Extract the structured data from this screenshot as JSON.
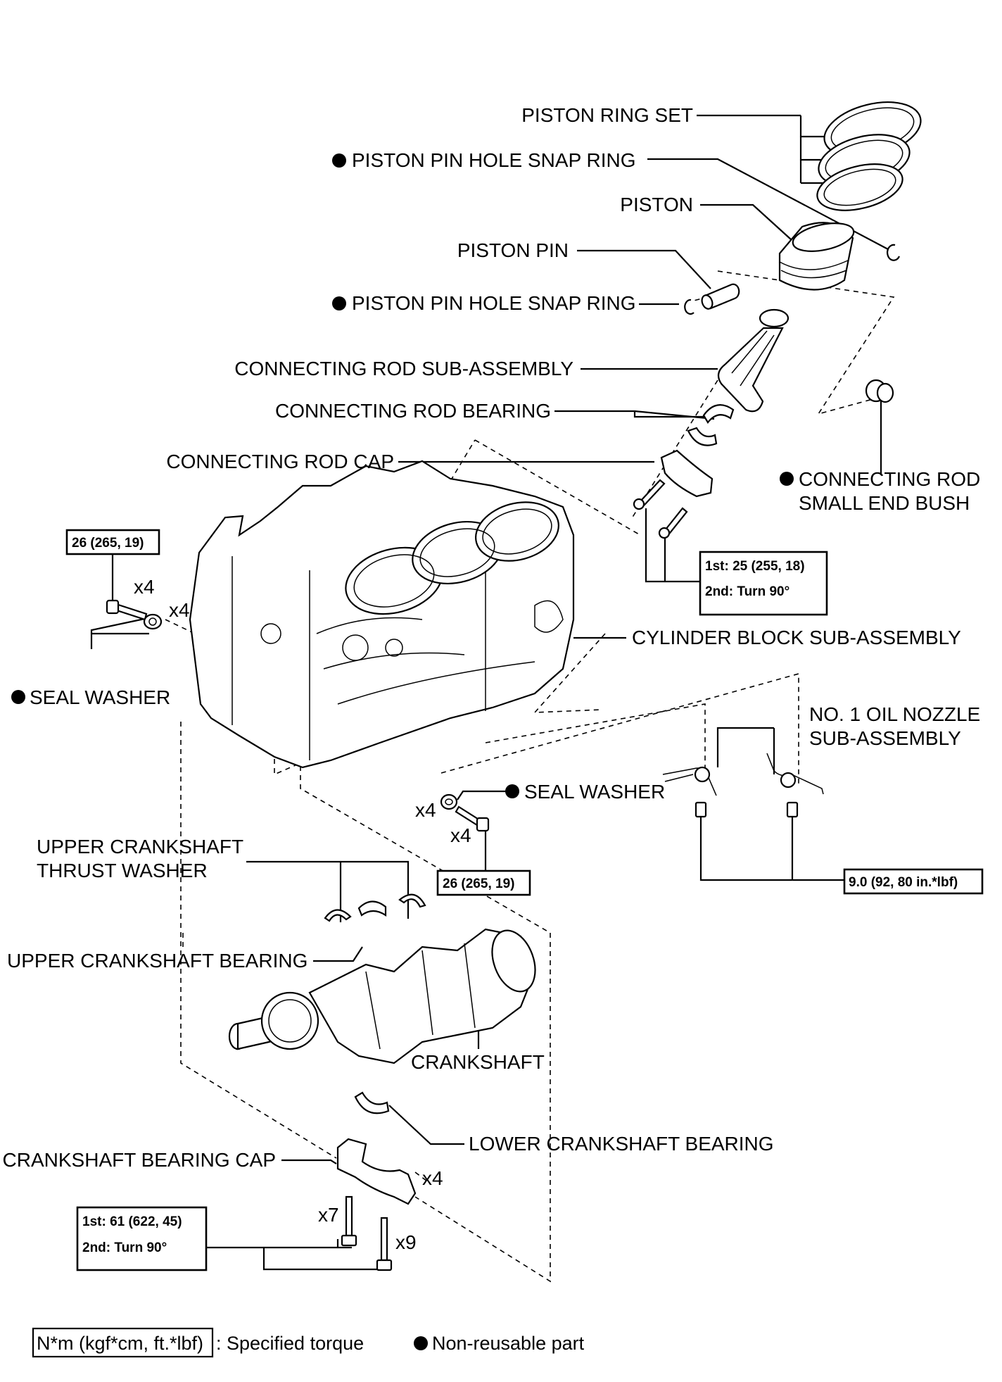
{
  "labels": {
    "piston_ring_set": "PISTON RING SET",
    "snap_ring_upper": "PISTON PIN HOLE SNAP RING",
    "piston": "PISTON",
    "piston_pin": "PISTON PIN",
    "snap_ring_lower": "PISTON PIN HOLE SNAP RING",
    "conrod_sub_assembly": "CONNECTING ROD SUB-ASSEMBLY",
    "conrod_bearing": "CONNECTING ROD BEARING",
    "conrod_cap": "CONNECTING ROD CAP",
    "small_end_bush_1": "CONNECTING ROD",
    "small_end_bush_2": "SMALL END BUSH",
    "cylinder_block": "CYLINDER BLOCK SUB-ASSEMBLY",
    "seal_washer_left": "SEAL WASHER",
    "oil_nozzle_1": "NO. 1 OIL NOZZLE",
    "oil_nozzle_2": "SUB-ASSEMBLY",
    "seal_washer_center": "SEAL WASHER",
    "upper_thrust_washer_1": "UPPER CRANKSHAFT",
    "upper_thrust_washer_2": "THRUST WASHER",
    "upper_crank_bearing": "UPPER CRANKSHAFT BEARING",
    "crankshaft": "CRANKSHAFT",
    "lower_crank_bearing": "LOWER CRANKSHAFT BEARING",
    "crank_bearing_cap": "CRANKSHAFT BEARING CAP"
  },
  "quantities": {
    "bolt_left": "x4",
    "washer_left": "x4",
    "washer_center": "x4",
    "bolt_center": "x4",
    "cap": "x4",
    "bolt_x7": "x7",
    "bolt_x9": "x9"
  },
  "torques": {
    "left_bolt": "26 (265, 19)",
    "center_bolt": "26 (265, 19)",
    "conrod_1st": "1st: 25 (255, 18)",
    "conrod_2nd": "2nd: Turn 90°",
    "oil_nozzle": "9.0 (92, 80 in.*lbf)",
    "cap_1st": "1st: 61 (622, 45)",
    "cap_2nd": "2nd: Turn 90°"
  },
  "legend": {
    "torque_unit": "N*m (kgf*cm, ft.*lbf)",
    "torque_desc": ": Specified torque",
    "nonreusable_desc": "Non-reusable part"
  }
}
